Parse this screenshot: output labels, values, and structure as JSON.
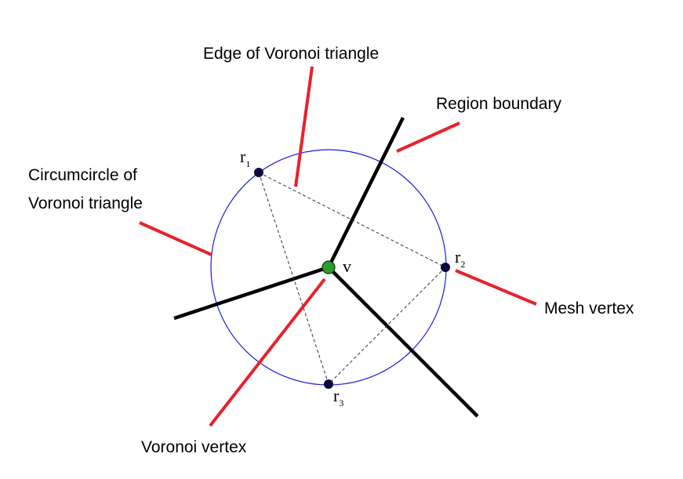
{
  "labels": {
    "edge_of_triangle": "Edge of Voronoi triangle",
    "region_boundary": "Region boundary",
    "circumcircle_line1": "Circumcircle of",
    "circumcircle_line2": "Voronoi triangle",
    "mesh_vertex": "Mesh vertex",
    "voronoi_vertex": "Voronoi vertex"
  },
  "points": {
    "r1": {
      "base": "r",
      "sub": "1"
    },
    "r2": {
      "base": "r",
      "sub": "2"
    },
    "r3": {
      "base": "r",
      "sub": "3"
    },
    "v": {
      "label": "v"
    }
  },
  "colors": {
    "pointer": "#e8212b",
    "circle": "#1a1adc",
    "boundary": "#000000",
    "triangle_edge": "#333333",
    "mesh_vertex_fill": "#0a0a3c",
    "voronoi_vertex_fill": "#2e9b2e"
  }
}
